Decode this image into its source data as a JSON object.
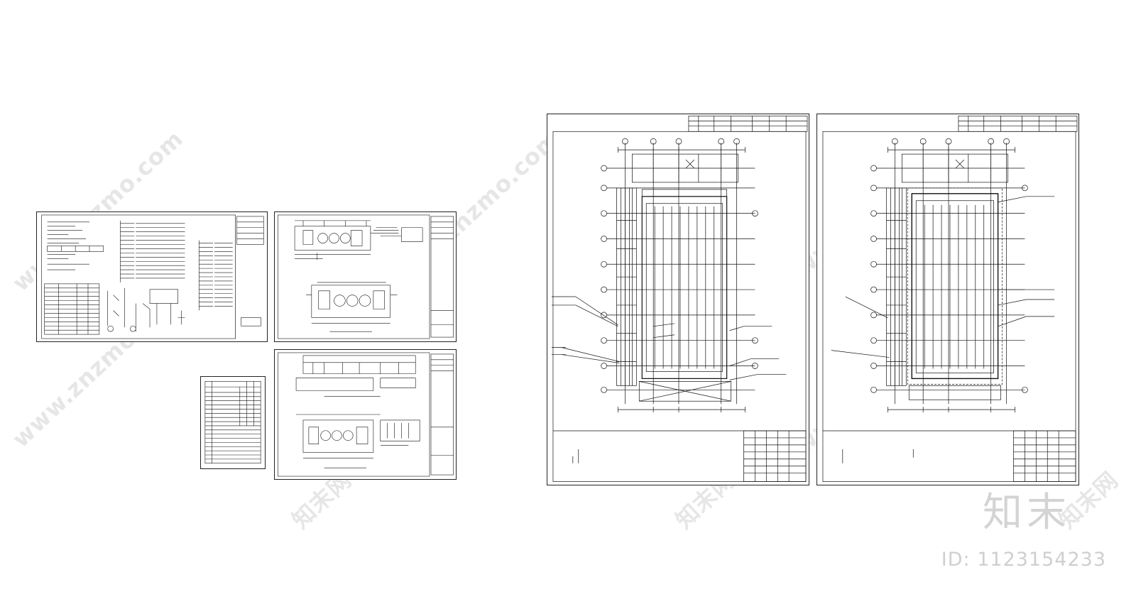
{
  "watermark": {
    "site": "www.znzmo.com",
    "brand_cn": "知末网",
    "logo": "知末",
    "image_id": "ID: 1123154233"
  },
  "drawing_set": {
    "sheets": [
      {
        "key": "electrical-system-diagram"
      },
      {
        "key": "pool-equipment-plan-a"
      },
      {
        "key": "equipment-list-table"
      },
      {
        "key": "pool-equipment-plan-b"
      },
      {
        "key": "pool-plan-large-a"
      },
      {
        "key": "pool-plan-large-b"
      }
    ]
  }
}
